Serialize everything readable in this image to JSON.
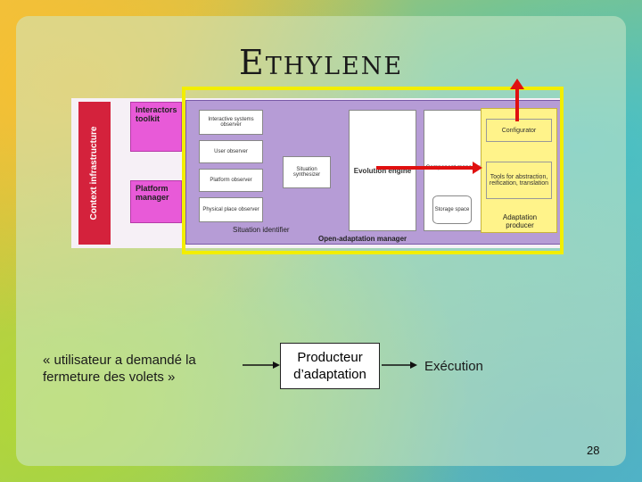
{
  "slide": {
    "title": "Ethylene",
    "page_number": "28"
  },
  "diagram": {
    "context_infrastructure": "Context infrastructure",
    "interactors_toolkit": "Interactors toolkit",
    "platform_manager": "Platform manager",
    "observers": [
      "Interactive systems observer",
      "User observer",
      "Platform observer",
      "Physical place observer"
    ],
    "situation_synthesizer": "Situation synthesizer",
    "situation_identifier": "Situation identifier",
    "evolution_engine": "Evolution engine",
    "component_manager": "Component manager",
    "storage_space": "Storage space",
    "configurator": "Configurator",
    "tools": "Tools for abstraction, reification, translation",
    "adaptation_producer": "Adaptation producer",
    "open_adaptation_manager": "Open-adaptation manager"
  },
  "flow": {
    "request_text": "« utilisateur a demandé la fermeture des volets »",
    "producer_box": "Producteur d’adaptation",
    "execution": "Exécution"
  },
  "colors": {
    "highlight_frame": "#f2ee00",
    "arrow": "#e01010"
  }
}
